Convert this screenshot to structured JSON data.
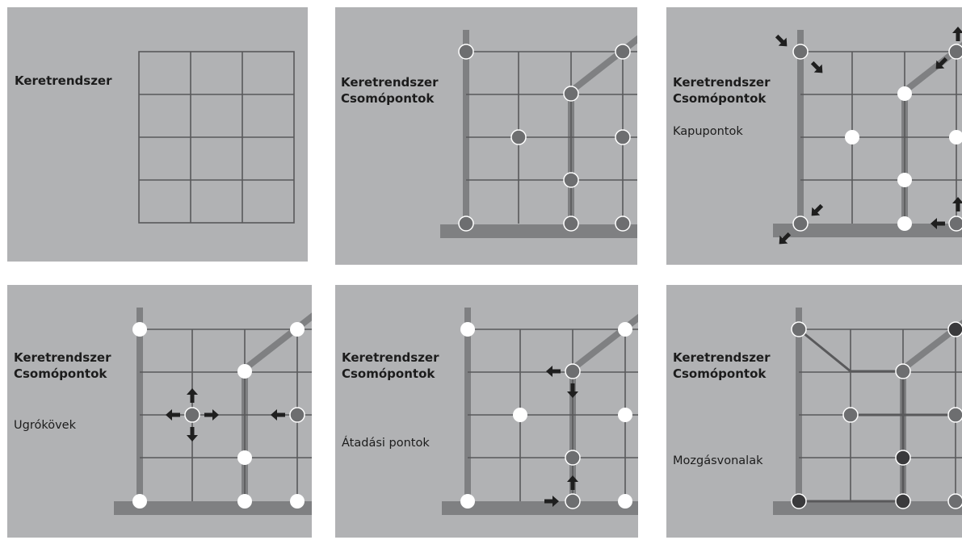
{
  "colors": {
    "panel_background": "#b1b2b4",
    "grid_line": "#59595b",
    "frame_bar": "#7f8082",
    "node_grey": "#6d6e70",
    "node_dark": "#3a3a3c",
    "node_white": "#ffffff",
    "arrow": "#1f1f1f"
  },
  "panels": [
    {
      "title": "Keretrendszer",
      "title2": "",
      "caption": ""
    },
    {
      "title": "Keretrendszer",
      "title2": "Csomópontok",
      "caption": ""
    },
    {
      "title": "Keretrendszer",
      "title2": "Csomópontok",
      "caption": "Kapupontok"
    },
    {
      "title": "Keretrendszer",
      "title2": "Csomópontok",
      "caption": "Ugrókövek"
    },
    {
      "title": "Keretrendszer",
      "title2": "Csomópontok",
      "caption": "Átadási pontok"
    },
    {
      "title": "Keretrendszer",
      "title2": "Csomópontok",
      "caption": "Mozgásvonalak"
    }
  ]
}
